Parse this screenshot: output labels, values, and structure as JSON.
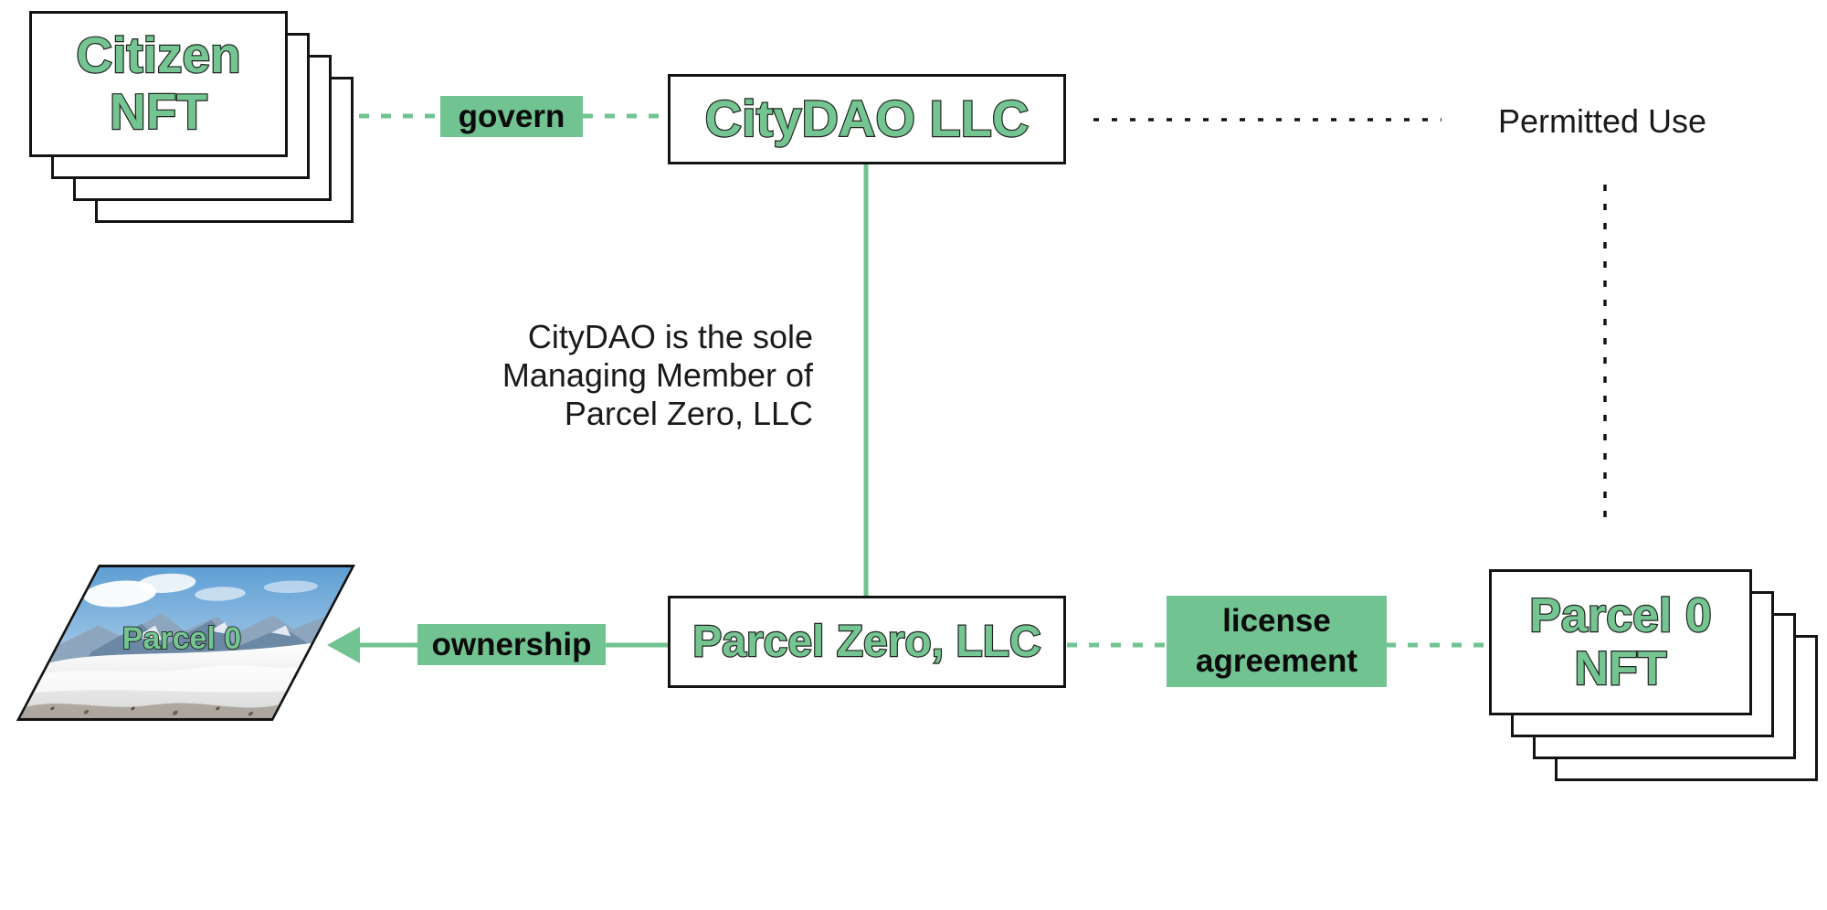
{
  "colors": {
    "green": "#72c392",
    "green_text_fill": "#74c592",
    "text_outline": "#20241f",
    "ink": "#131313",
    "body_text": "#1a1a1a",
    "background": "#ffffff"
  },
  "nodes": {
    "citizen_nft": {
      "line1": "Citizen",
      "line2": "NFT"
    },
    "citydao_llc": {
      "label": "CityDAO LLC"
    },
    "parcel_zero_llc": {
      "label": "Parcel Zero, LLC"
    },
    "parcel0_nft": {
      "line1": "Parcel 0",
      "line2": "NFT"
    },
    "parcel_photo": {
      "caption": "Parcel 0"
    }
  },
  "edges": {
    "govern": {
      "label": "govern"
    },
    "ownership": {
      "label": "ownership"
    },
    "license_agreement": {
      "line1": "license",
      "line2": "agreement"
    },
    "permitted_use": {
      "label": "Permitted Use"
    }
  },
  "notes": {
    "managing_member": {
      "line1": "CityDAO is the sole",
      "line2": "Managing Member of",
      "line3": "Parcel Zero, LLC"
    }
  }
}
